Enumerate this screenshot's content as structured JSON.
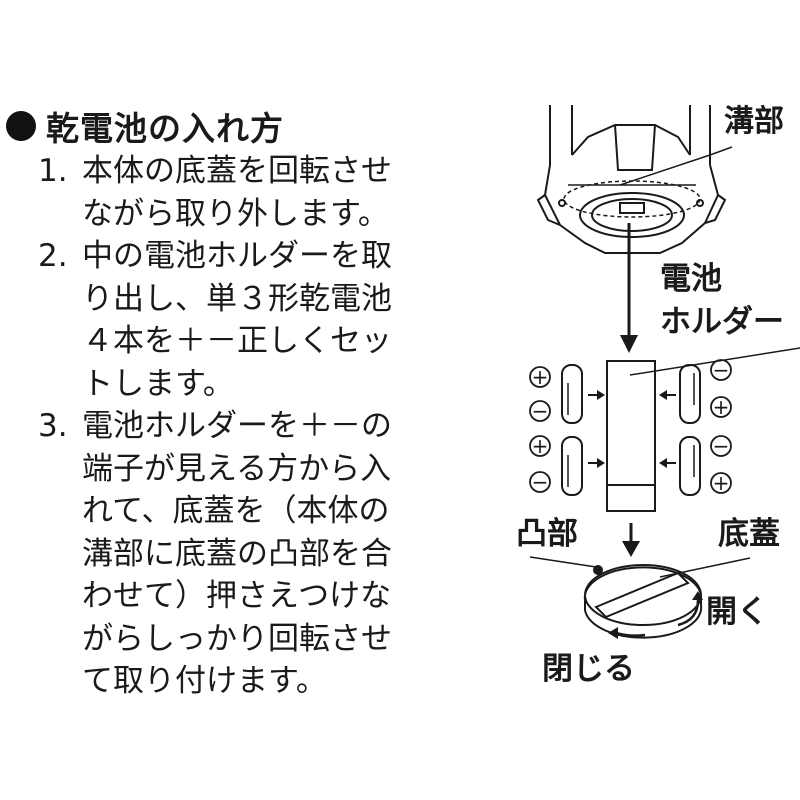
{
  "heading": {
    "text": "乾電池の入れ方"
  },
  "steps": [
    {
      "number": "1.",
      "lines": [
        "本体の底蓋を回転させ",
        "ながら取り外します。"
      ]
    },
    {
      "number": "2.",
      "lines": [
        "中の電池ホルダーを取",
        "り出し、単３形乾電池",
        "４本を＋－正しくセッ",
        "トします。"
      ]
    },
    {
      "number": "3.",
      "lines": [
        "電池ホルダーを＋－の",
        "端子が見える方から入",
        "れて、底蓋を（本体の",
        "溝部に底蓋の凸部を合",
        "わせて）押さえつけな",
        "がらしっかり回転させ",
        "て取り付けます。"
      ]
    }
  ],
  "diagram": {
    "labels": {
      "groove": "溝部",
      "holder_line1": "電池",
      "holder_line2": "ホルダー",
      "protrusion": "凸部",
      "bottom_cover": "底蓋",
      "open": "開く",
      "close": "閉じる"
    },
    "polarity": {
      "plus": "+",
      "minus": "−",
      "left_column": [
        "+",
        "−",
        "+",
        "−"
      ],
      "right_column": [
        "−",
        "+",
        "−",
        "+"
      ]
    }
  }
}
